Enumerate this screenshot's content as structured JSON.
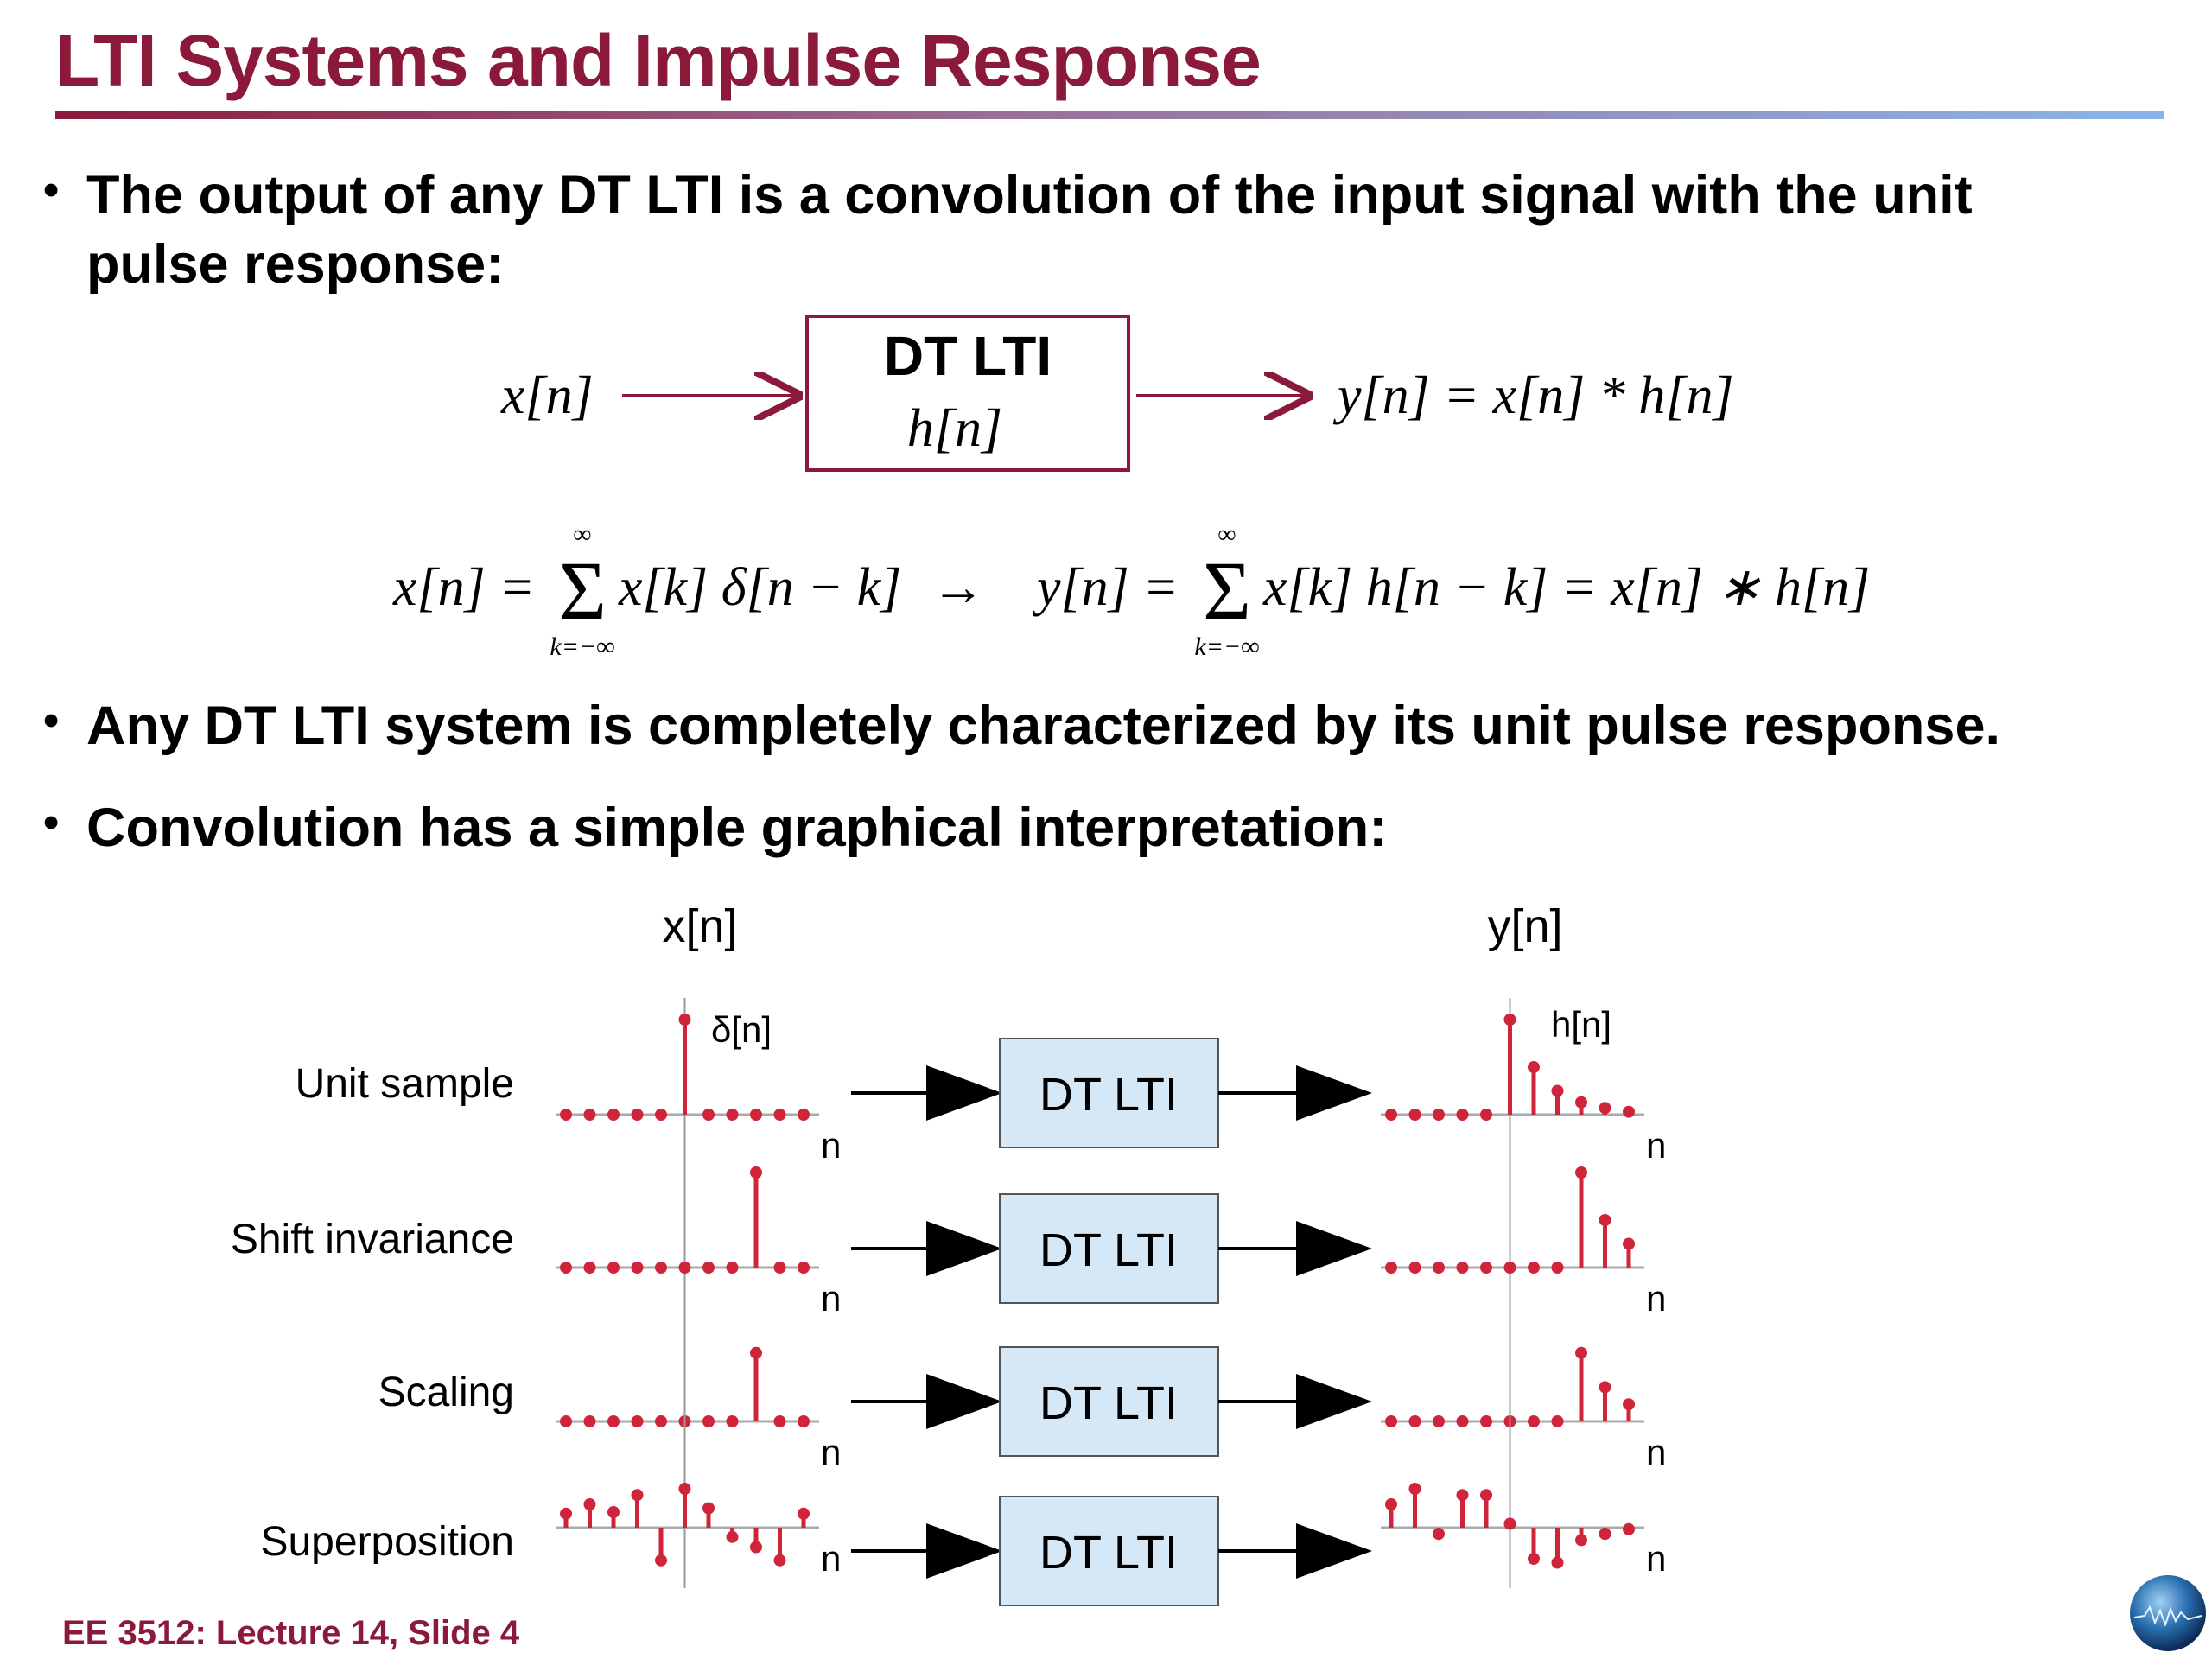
{
  "title": "LTI Systems and Impulse Response",
  "bullets": [
    {
      "line1": "The output of any DT LTI is a convolution of the input signal with the unit",
      "line2": "pulse response:"
    },
    {
      "line1": "Any DT LTI system is completely characterized by its unit pulse response."
    },
    {
      "line1": "Convolution has a simple graphical interpretation:"
    }
  ],
  "block_diagram": {
    "input": "x[n]",
    "box_title": "DT LTI",
    "box_sub": "h[n]",
    "output": "y[n] = x[n] * h[n]"
  },
  "equation": {
    "lhs": "x[n] =",
    "sum_upper": "∞",
    "sum_lower": "k=−∞",
    "sum1_body": "x[k] δ[n − k]",
    "arrow": "→",
    "rhs_lhs": "y[n] =",
    "sum2_body": "x[k] h[n − k] = x[n] ∗ h[n]"
  },
  "figure": {
    "col_in": "x[n]",
    "col_out": "y[n]",
    "box_label": "DT LTI",
    "axis_label": "n",
    "delta_label": "δ[n]",
    "h_label": "h[n]",
    "rows": [
      "Unit sample",
      "Shift invariance",
      "Scaling",
      "Superposition"
    ],
    "stem_color": "#d0243a",
    "box_fill": "#d6e8f6"
  },
  "footer": "EE 3512: Lecture 14, Slide 4",
  "logo_icon": "globe-logo-icon"
}
